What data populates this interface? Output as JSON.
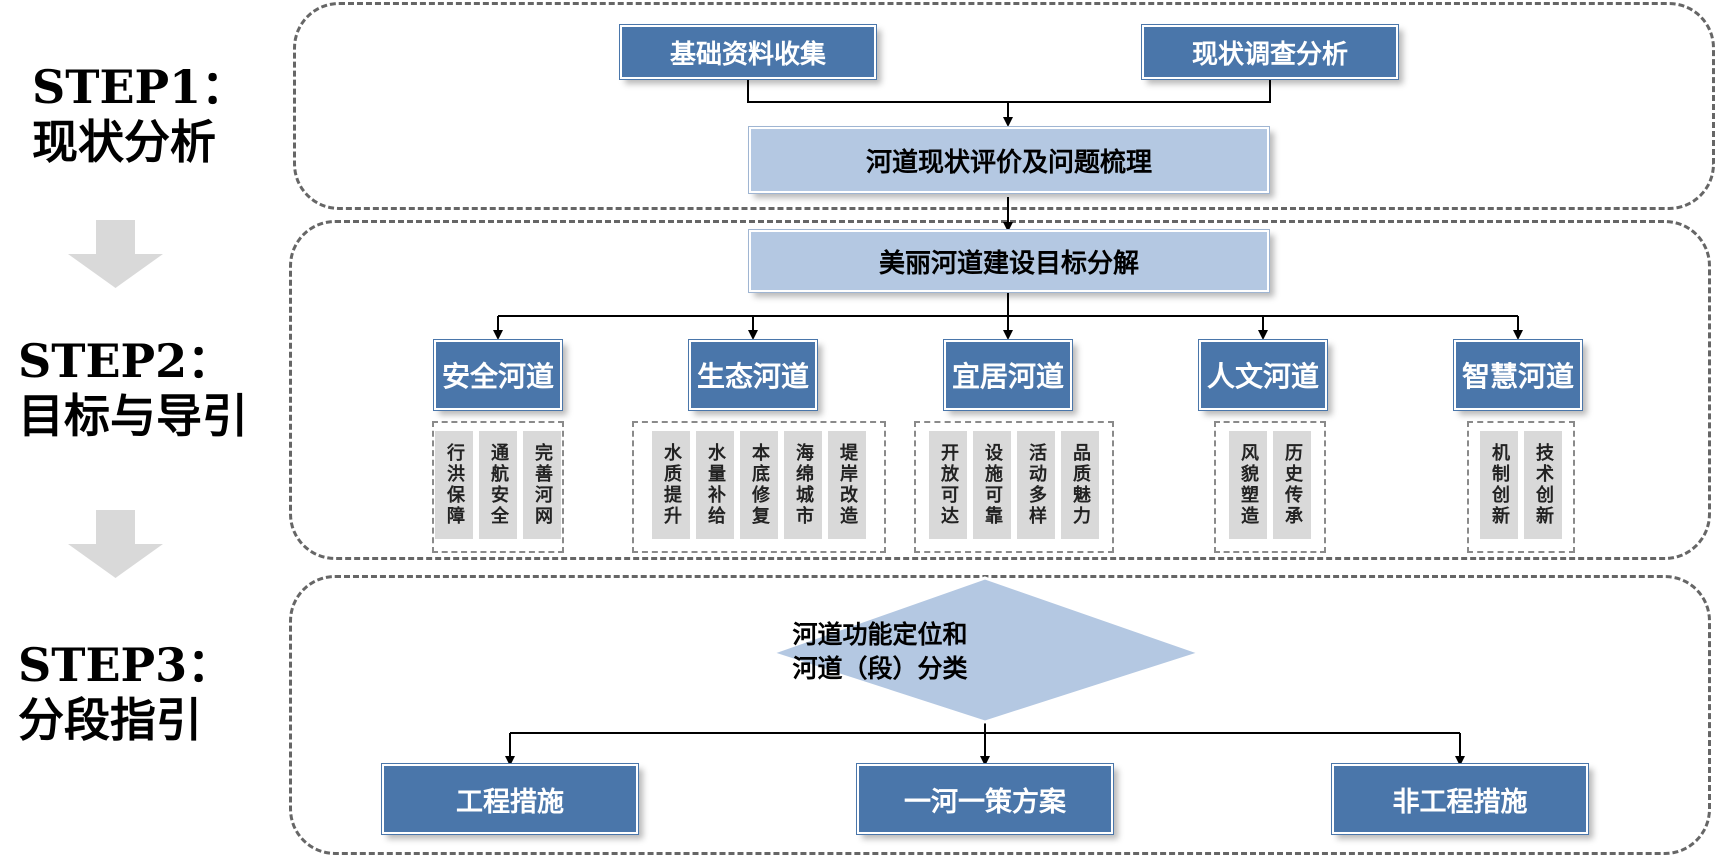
{
  "steps": [
    {
      "num": "STEP1：",
      "name": "现状分析"
    },
    {
      "num": "STEP2：",
      "name": "目标与导引"
    },
    {
      "num": "STEP3：",
      "name": "分段指引"
    }
  ],
  "step1": {
    "collect": "基础资料收集",
    "survey": "现状调查分析",
    "evaluate": "河道现状评价及问题梳理"
  },
  "step2": {
    "goal": "美丽河道建设目标分解",
    "categories": [
      {
        "title": "安全河道",
        "items": [
          "行洪保障",
          "通航安全",
          "完善河网"
        ]
      },
      {
        "title": "生态河道",
        "items": [
          "水质提升",
          "水量补给",
          "本底修复",
          "海绵城市",
          "堤岸改造"
        ]
      },
      {
        "title": "宜居河道",
        "items": [
          "开放可达",
          "设施可靠",
          "活动多样",
          "品质魅力"
        ]
      },
      {
        "title": "人文河道",
        "items": [
          "风貌塑造",
          "历史传承"
        ]
      },
      {
        "title": "智慧河道",
        "items": [
          "机制创新",
          "技术创新"
        ]
      }
    ]
  },
  "step3": {
    "diamond_line1": "河道功能定位和",
    "diamond_line2": "河道（段）分类",
    "engineering": "工程措施",
    "plan": "一河一策方案",
    "non_engineering": "非工程措施"
  },
  "colors": {
    "dark_box": "#4a76aa",
    "light_box": "#b4c8e2",
    "cell": "#d9d9d9",
    "dashed": "#666666"
  }
}
